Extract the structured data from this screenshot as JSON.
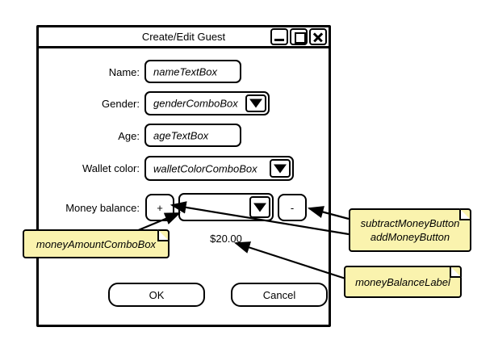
{
  "window": {
    "title": "Create/Edit Guest",
    "controls": [
      {
        "name": "minimize",
        "icon": "minimize-icon"
      },
      {
        "name": "maximize",
        "icon": "maximize-icon"
      },
      {
        "name": "close",
        "icon": "close-icon"
      }
    ]
  },
  "form": {
    "fields": [
      {
        "label": "Name:",
        "value": "nameTextBox",
        "type": "textbox"
      },
      {
        "label": "Gender:",
        "value": "genderComboBox",
        "type": "combobox"
      },
      {
        "label": "Age:",
        "value": "ageTextBox",
        "type": "textbox"
      },
      {
        "label": "Wallet color:",
        "value": "walletColorComboBox",
        "type": "combobox"
      }
    ],
    "money_row": {
      "label": "Money balance:",
      "add_button": "+",
      "subtract_button": "-",
      "amount_combo_value": "",
      "balance_value": "$20.00"
    }
  },
  "buttons": {
    "ok": "OK",
    "cancel": "Cancel"
  },
  "annotations": [
    {
      "id": "moneyAmountComboBox",
      "lines": [
        "moneyAmountComboBox"
      ]
    },
    {
      "id": "moneyButtons",
      "lines": [
        "subtractMoneyButton",
        "addMoneyButton"
      ]
    },
    {
      "id": "moneyBalanceLabel",
      "lines": [
        "moneyBalanceLabel"
      ]
    }
  ],
  "colors": {
    "note_fill": "#faf3ae",
    "stroke": "#000000",
    "background": "#ffffff"
  }
}
